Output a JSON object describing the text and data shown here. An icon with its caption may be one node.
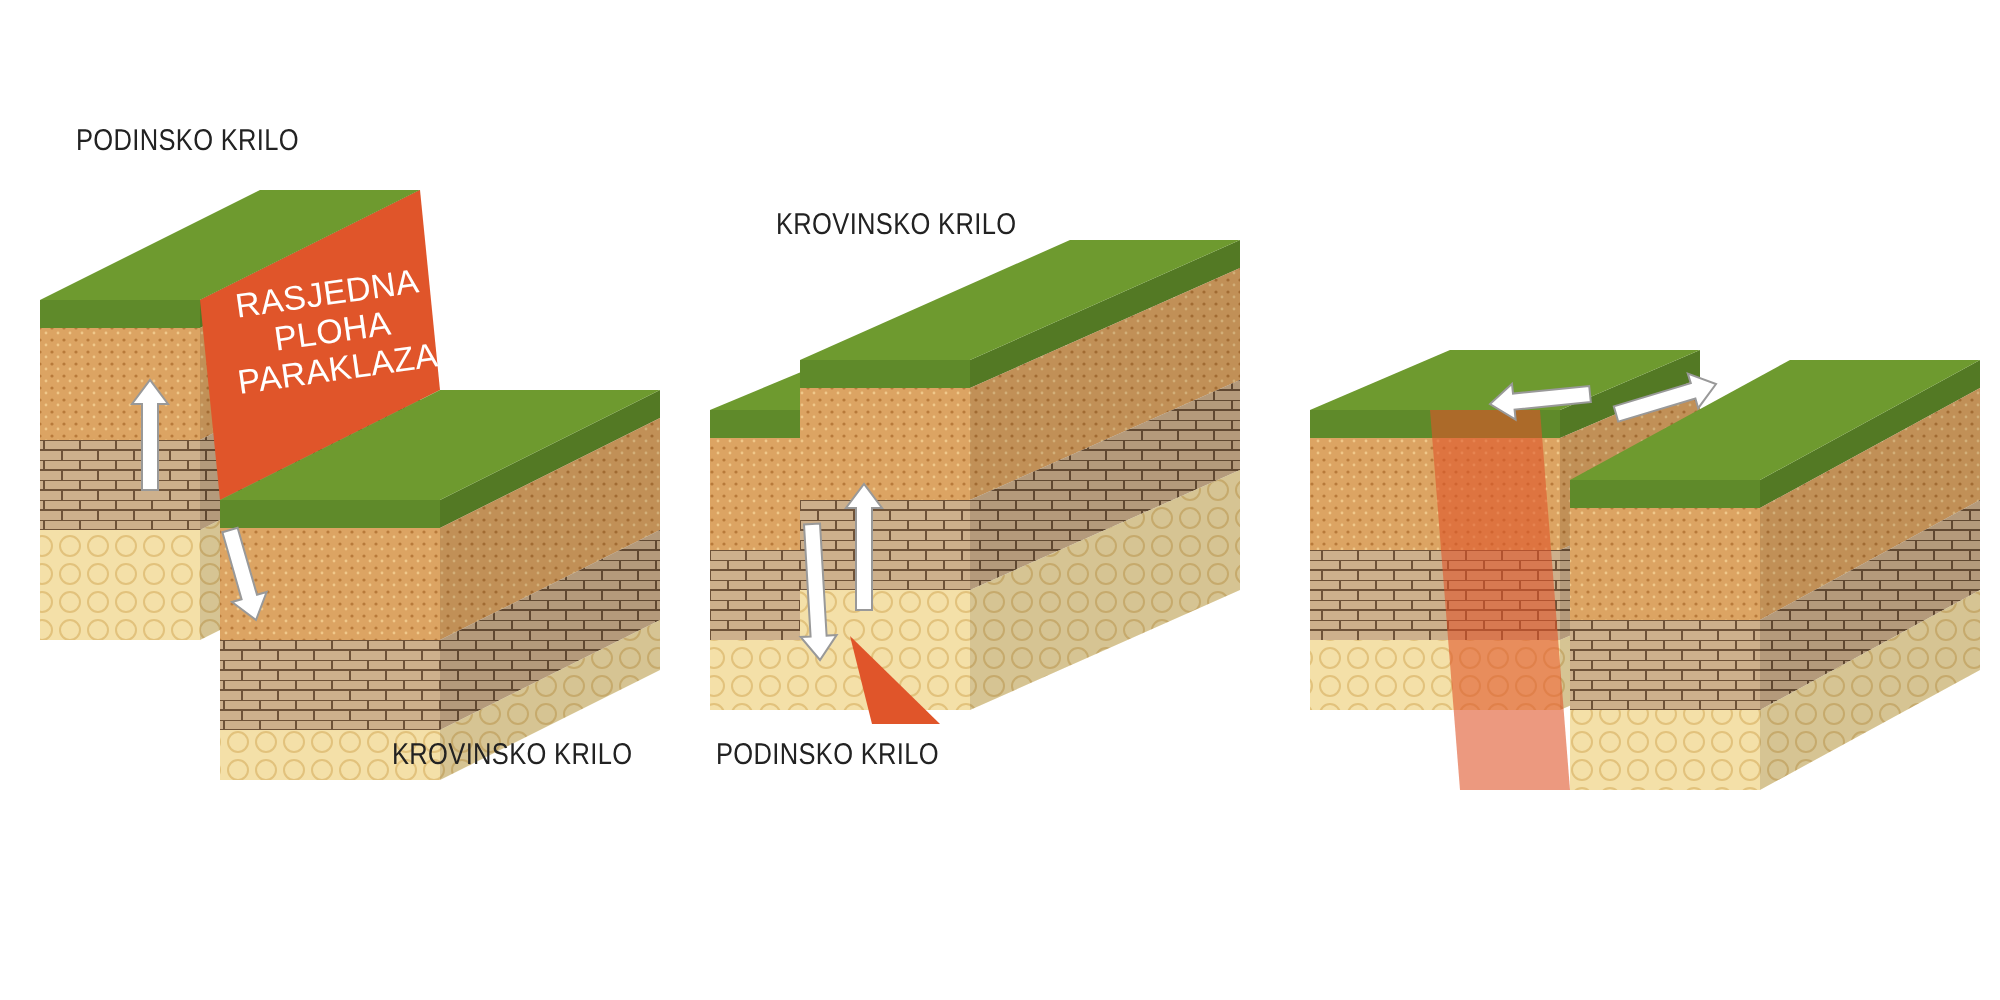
{
  "diagram": {
    "labels": [
      "PODINSKO KRILO",
      "RASJEDNA PLOHA PARAKLAZA",
      "KROVINSKO KRILO",
      "KROVINSKO KRILO",
      "PODINSKO KRILO"
    ]
  }
}
